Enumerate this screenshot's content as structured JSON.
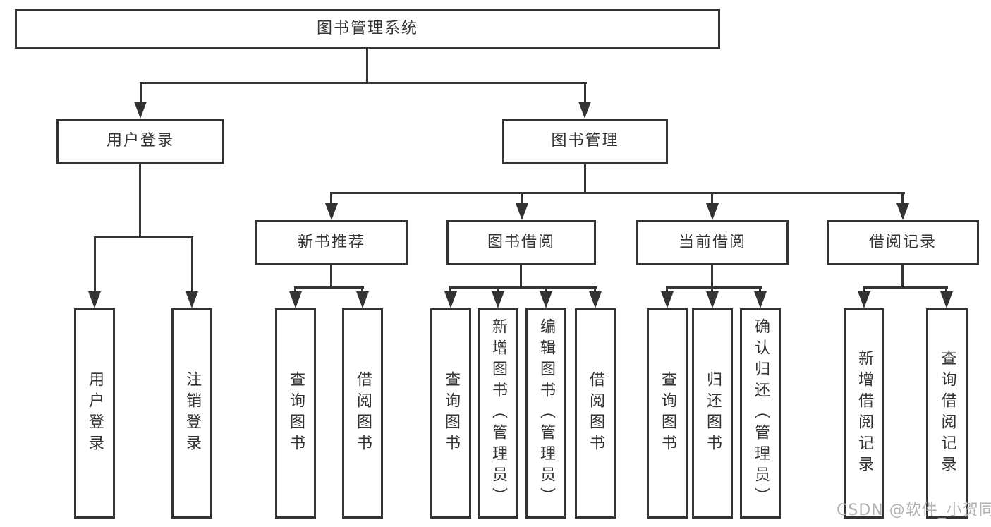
{
  "diagram": {
    "type": "hierarchy-tree",
    "direction": "top-down",
    "colors": {
      "line": "#333333",
      "text": "#333333",
      "background": "#ffffff",
      "watermark": "#b2b2b2"
    }
  },
  "tree": {
    "label": "图书管理系统",
    "children": [
      {
        "label": "用户登录",
        "children": [
          {
            "label": "用户登录"
          },
          {
            "label": "注销登录"
          }
        ]
      },
      {
        "label": "图书管理",
        "children": [
          {
            "label": "新书推荐",
            "children": [
              {
                "label": "查询图书"
              },
              {
                "label": "借阅图书"
              }
            ]
          },
          {
            "label": "图书借阅",
            "children": [
              {
                "label": "查询图书"
              },
              {
                "label": "新增图书（管理员）"
              },
              {
                "label": "编辑图书（管理员）"
              },
              {
                "label": "借阅图书"
              }
            ]
          },
          {
            "label": "当前借阅",
            "children": [
              {
                "label": "查询图书"
              },
              {
                "label": "归还图书"
              },
              {
                "label": "确认归还（管理员）"
              }
            ]
          },
          {
            "label": "借阅记录",
            "children": [
              {
                "label": "新增借阅记录"
              },
              {
                "label": "查询借阅记录"
              }
            ]
          }
        ]
      }
    ]
  },
  "watermark": {
    "text": "CSDN @软件_小贺同学"
  }
}
